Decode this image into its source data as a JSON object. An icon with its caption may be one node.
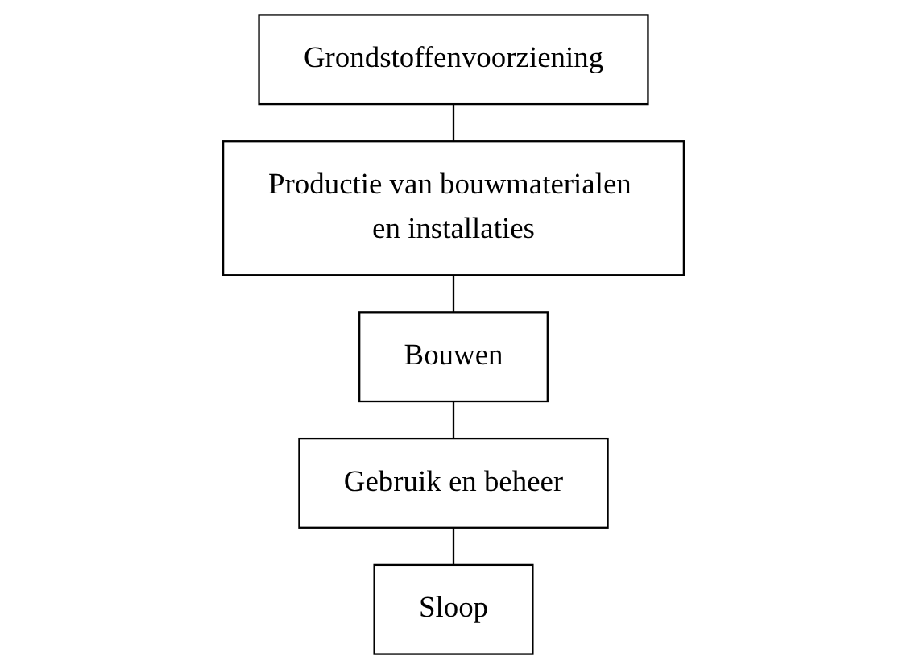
{
  "diagram": {
    "nodes": [
      {
        "text": [
          "Grondstoffenvoorziening"
        ]
      },
      {
        "text": [
          "Productie van bouwmaterialen en installaties"
        ]
      },
      {
        "text": [
          "Bouwen"
        ]
      },
      {
        "text": [
          "Gebruik en beheer"
        ]
      },
      {
        "text": [
          "Sloop"
        ]
      }
    ],
    "edges": [
      {
        "from": 0,
        "to": 1,
        "arrow": "none"
      },
      {
        "from": 1,
        "to": 2,
        "arrow": "none"
      },
      {
        "from": 2,
        "to": 3,
        "arrow": "none"
      },
      {
        "from": 3,
        "to": 4,
        "arrow": "none"
      }
    ]
  }
}
